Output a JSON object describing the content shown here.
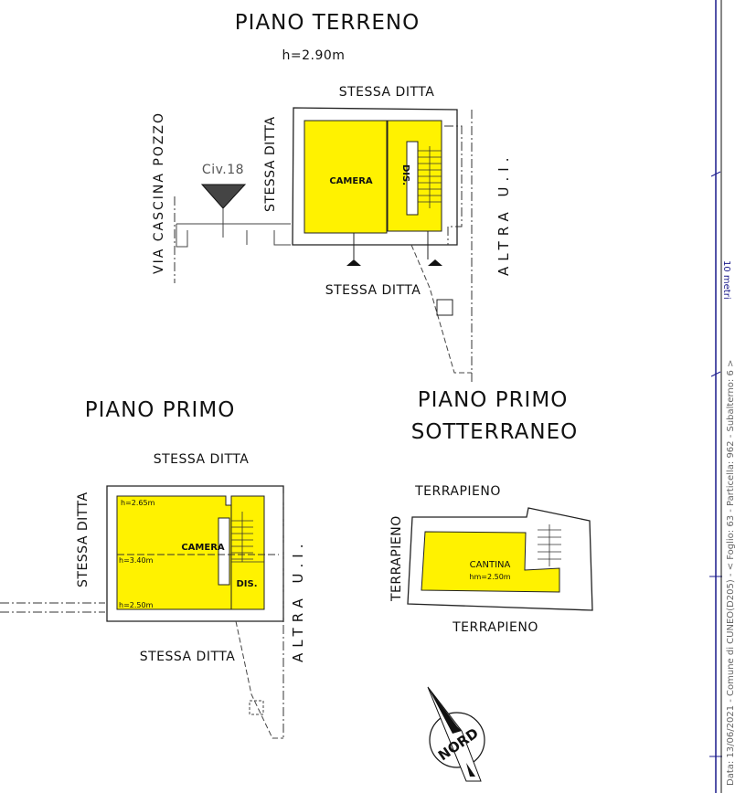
{
  "colors": {
    "room_fill": "#FFF200",
    "scale_line": "#1a1a8c"
  },
  "ground_floor": {
    "title": "PIANO TERRENO",
    "height": "h=2.90m",
    "label_top": "STESSA DITTA",
    "label_left": "STESSA DITTA",
    "label_bottom": "STESSA DITTA",
    "label_right": "ALTRA U.I.",
    "street": "VIA CASCINA POZZO",
    "civic_number": "Civ.18",
    "rooms": [
      "CAMERA",
      "DIS."
    ]
  },
  "first_floor": {
    "title": "PIANO PRIMO",
    "label_top": "STESSA DITTA",
    "label_left": "STESSA DITTA",
    "label_bottom": "STESSA DITTA",
    "label_right": "ALTRA U.I.",
    "rooms": [
      "CAMERA",
      "DIS."
    ],
    "heights": [
      "h=2.65m",
      "h=3.40m",
      "h=2.50m"
    ]
  },
  "basement": {
    "title_line1": "PIANO PRIMO",
    "title_line2": "SOTTERRANEO",
    "label_top": "TERRAPIENO",
    "label_left": "TERRAPIENO",
    "label_bottom": "TERRAPIENO",
    "room": "CANTINA",
    "height": "hm=2.50m"
  },
  "north_arrow": {
    "label": "NORD",
    "icon": "north-arrow-icon"
  },
  "scale": {
    "label": "10 metri"
  },
  "margin_note": "Data: 13/06/2021 - Comune di CUNEO(D205) - < Foglio: 63 - Particella: 962 - Subalterno: 6 >"
}
